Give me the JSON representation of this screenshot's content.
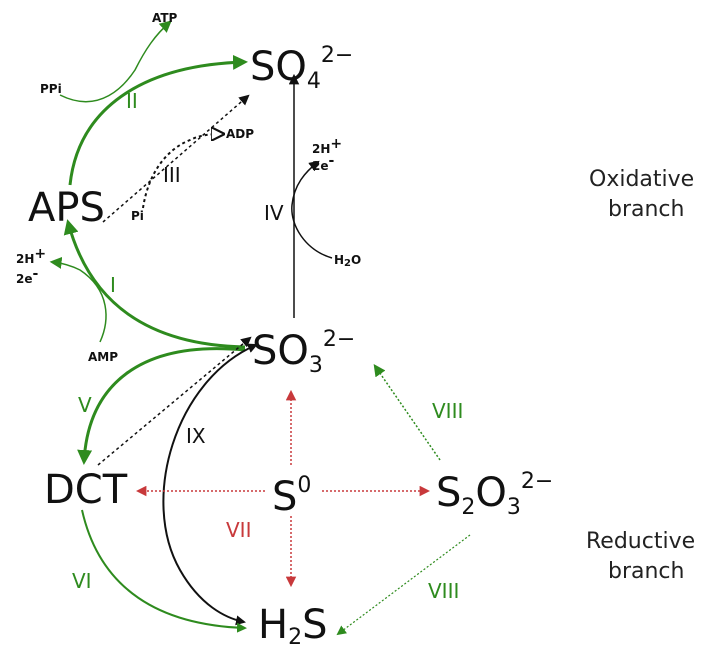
{
  "colors": {
    "green": "#2e8b1e",
    "red": "#c8393b",
    "black": "#111111"
  },
  "species": {
    "sulfate": {
      "base": "SO",
      "sub": "4",
      "sup": "2−"
    },
    "aps": "APS",
    "sulfite": {
      "base": "SO",
      "sub": "3",
      "sup": "2−"
    },
    "dct": "DCT",
    "sulfur": {
      "base": "S",
      "sup": "0"
    },
    "thiosulfate": {
      "base": "S",
      "sub": "2",
      "mid": "O",
      "sub2": "3",
      "sup": "2−"
    },
    "sulfide": {
      "base": "H",
      "sub": "2",
      "mid": "S"
    }
  },
  "cofactors": {
    "atp": "ATP",
    "ppi": "PPi",
    "adp": "ADP",
    "pi": "Pi",
    "amp": "AMP",
    "h2o": {
      "a": "H",
      "b": "2",
      "c": "O"
    },
    "twoh_i": {
      "a": "2H",
      "b": "+",
      "c": "2e",
      "d": "-"
    },
    "twoh_iv": {
      "a": "2H",
      "b": "+",
      "c": "2e",
      "d": "-"
    }
  },
  "steps": {
    "i": "I",
    "ii": "II",
    "iii": "III",
    "iv": "IV",
    "v": "V",
    "vi": "VI",
    "vii": "VII",
    "viii_upper": "VIII",
    "viii_lower": "VIII",
    "ix": "IX"
  },
  "branches": {
    "oxidative": {
      "line1": "Oxidative",
      "line2": "branch"
    },
    "reductive": {
      "line1": "Reductive",
      "line2": "branch"
    }
  }
}
